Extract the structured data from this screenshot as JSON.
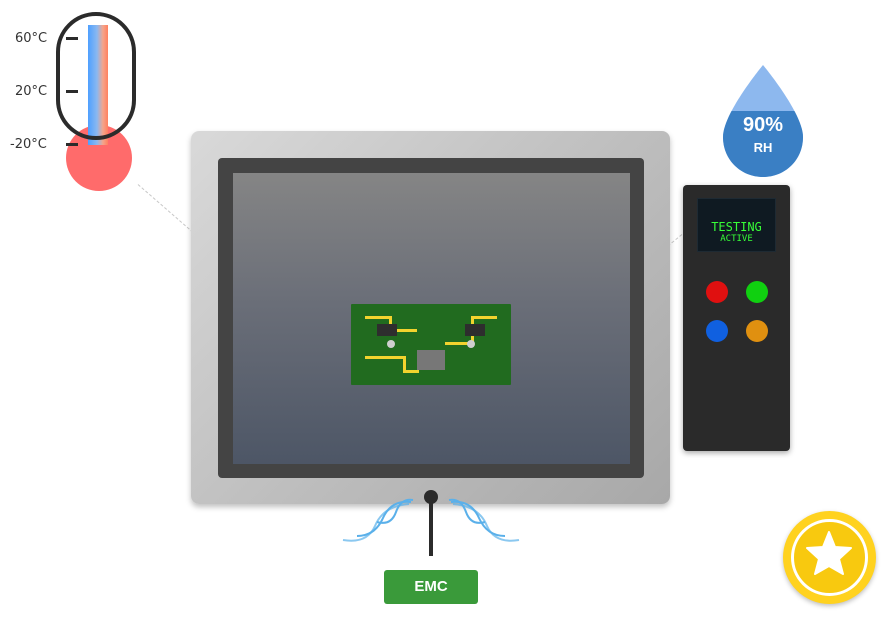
{
  "thermometer": {
    "labels": [
      "60°C",
      "20°C",
      "-20°C"
    ],
    "fill_colors": [
      "#4fa0ff",
      "#ff8060"
    ],
    "bulb_color": "#ff6b6b"
  },
  "chamber": {
    "frame_color": "#444444",
    "pcb_color": "#216b1f"
  },
  "controller": {
    "screen_line1": "TESTING",
    "screen_line2": "ACTIVE",
    "buttons": [
      {
        "name": "red-button",
        "color": "#e01010"
      },
      {
        "name": "green-button",
        "color": "#10d010"
      },
      {
        "name": "blue-button",
        "color": "#1060e0"
      },
      {
        "name": "orange-button",
        "color": "#e09010"
      }
    ]
  },
  "humidity": {
    "value": "90%",
    "unit": "RH",
    "colors": [
      "#8db8ee",
      "#3a7fc4"
    ]
  },
  "emc": {
    "label": "EMC",
    "wave_color": "#5ab0ea"
  },
  "badge": {
    "icon": "star-icon",
    "color": "#ffd21f"
  }
}
